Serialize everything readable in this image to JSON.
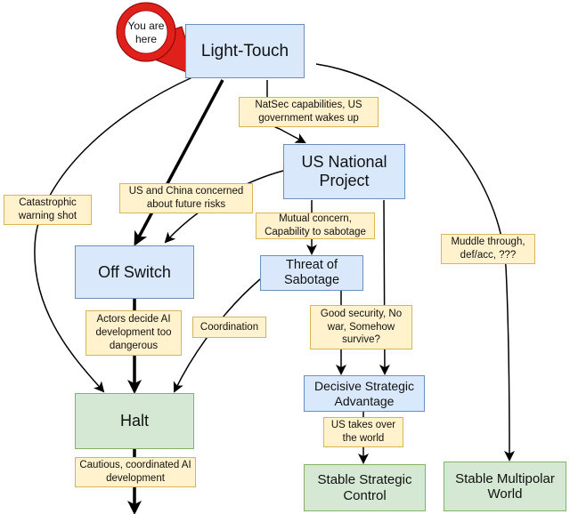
{
  "marker": {
    "line1": "You are",
    "line2": "here"
  },
  "nodes": {
    "light_touch": "Light-Touch",
    "us_national_project": "US National Project",
    "off_switch": "Off Switch",
    "threat_of_sabotage": "Threat of Sabotage",
    "decisive_strategic_advantage": "Decisive Strategic Advantage",
    "halt": "Halt",
    "stable_strategic_control": "Stable Strategic Control",
    "stable_multipolar_world": "Stable Multipolar World"
  },
  "edge_labels": {
    "natsec": "NatSec capabilities, US government wakes up",
    "catastrophic": "Catastrophic warning shot",
    "us_china": "US and China concerned about future risks",
    "mutual_concern": "Mutual concern, Capability to sabotage",
    "muddle": "Muddle through, def/acc, ???",
    "actors_decide": "Actors decide AI development too dangerous",
    "coordination": "Coordination",
    "good_security": "Good security, No war, Somehow survive?",
    "us_takes_over": "US takes over the world",
    "cautious": "Cautious, coordinated AI development"
  },
  "colors": {
    "process_fill": "#dae8fc",
    "process_border": "#6c8ebf",
    "outcome_fill": "#d5e8d4",
    "outcome_border": "#82b366",
    "label_fill": "#fff2cc",
    "label_border": "#d6b656",
    "marker": "#e0201b"
  }
}
